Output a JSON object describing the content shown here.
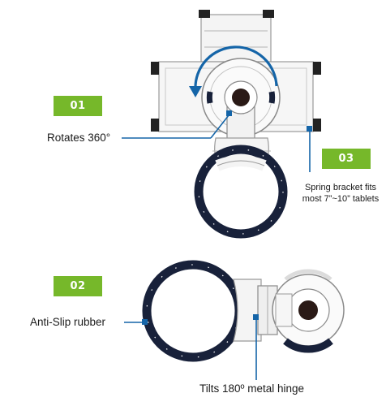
{
  "callouts": [
    {
      "number": "01",
      "text": "Rotates 360°"
    },
    {
      "number": "02",
      "text": "Anti-Slip rubber"
    },
    {
      "number": "03",
      "text_line1": "Spring bracket fits",
      "text_line2": "most 7”~10” tablets"
    }
  ],
  "extra_labels": {
    "hinge": "Tilts 180º metal hinge"
  },
  "colors": {
    "badge_green": "#76b82a",
    "pointer_blue": "#1565a8",
    "rubber_navy": "#18213a",
    "plastic_white": "#f4f4f4",
    "outline_grey": "#9a9a9a"
  },
  "icons": [
    "rotation-arrow-icon"
  ]
}
